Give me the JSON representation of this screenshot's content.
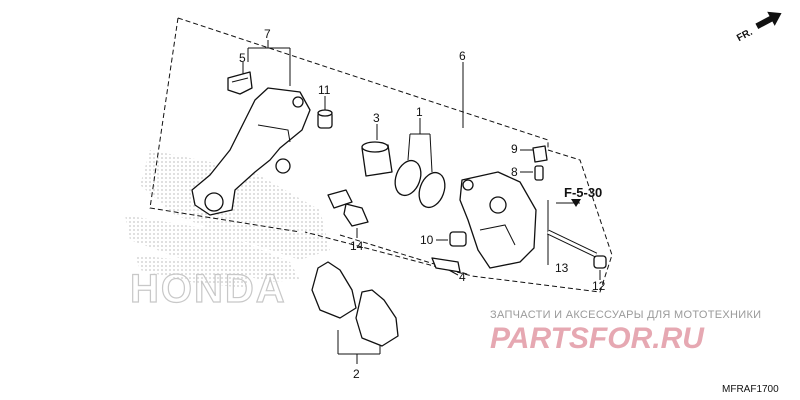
{
  "direction_label": "FR.",
  "reference_label": "F-5-30",
  "diagram_code": "MFRAF1700",
  "brand_watermark": "HONDA",
  "shop_watermark": {
    "tagline": "ЗАПЧАСТИ И АКСЕССУАРЫ ДЛЯ МОТОТЕХНИКИ",
    "logo": "PARTSFOR.RU"
  },
  "callouts": [
    "1",
    "2",
    "3",
    "4",
    "5",
    "6",
    "7",
    "8",
    "9",
    "10",
    "11",
    "12",
    "13",
    "14"
  ]
}
